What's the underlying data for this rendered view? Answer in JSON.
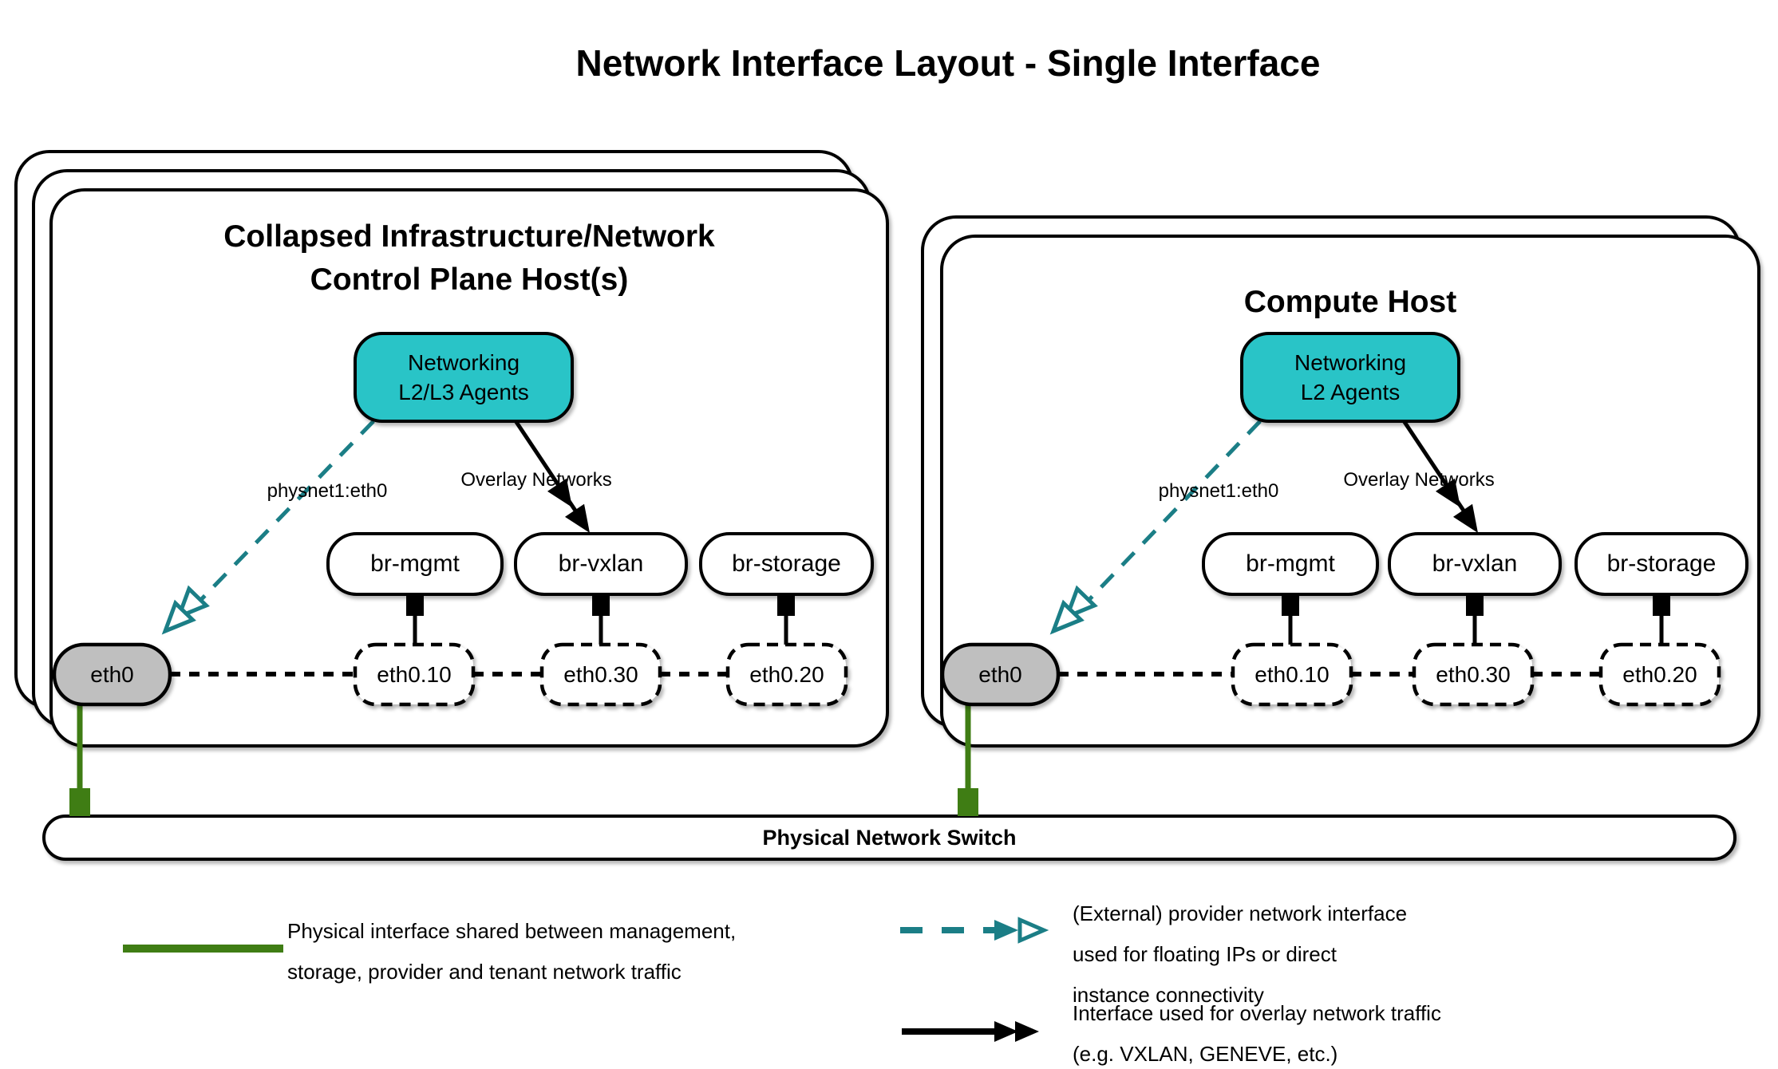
{
  "title": "Network Interface Layout - Single Interface",
  "colors": {
    "teal_fill": "#29c4c7",
    "teal_arrow": "#1b7e86",
    "green": "#3f7d14",
    "gray_fill": "#bfbfbf"
  },
  "hosts": [
    {
      "title_lines": [
        "Collapsed Infrastructure/Network",
        "Control Plane Host(s)"
      ],
      "agent_lines": [
        "Networking",
        "L2/L3 Agents"
      ],
      "physnet_label": "physnet1:eth0",
      "overlay_label": "Overlay Networks",
      "bridges": [
        "br-mgmt",
        "br-vxlan",
        "br-storage"
      ],
      "phys_if": "eth0",
      "vlan_ifs": [
        "eth0.10",
        "eth0.30",
        "eth0.20"
      ]
    },
    {
      "title_lines": [
        "Compute Host"
      ],
      "agent_lines": [
        "Networking",
        "L2 Agents"
      ],
      "physnet_label": "physnet1:eth0",
      "overlay_label": "Overlay Networks",
      "bridges": [
        "br-mgmt",
        "br-vxlan",
        "br-storage"
      ],
      "phys_if": "eth0",
      "vlan_ifs": [
        "eth0.10",
        "eth0.30",
        "eth0.20"
      ]
    }
  ],
  "switch_label": "Physical Network Switch",
  "legend": [
    {
      "key": "physical-interface",
      "lines": [
        "Physical interface shared between management,",
        "storage, provider and tenant network traffic"
      ]
    },
    {
      "key": "provider-interface",
      "lines": [
        "(External) provider network interface",
        "used for floating IPs or direct",
        "instance connectivity"
      ]
    },
    {
      "key": "overlay-interface",
      "lines": [
        "Interface used for overlay network traffic",
        "(e.g. VXLAN, GENEVE, etc.)"
      ]
    }
  ]
}
